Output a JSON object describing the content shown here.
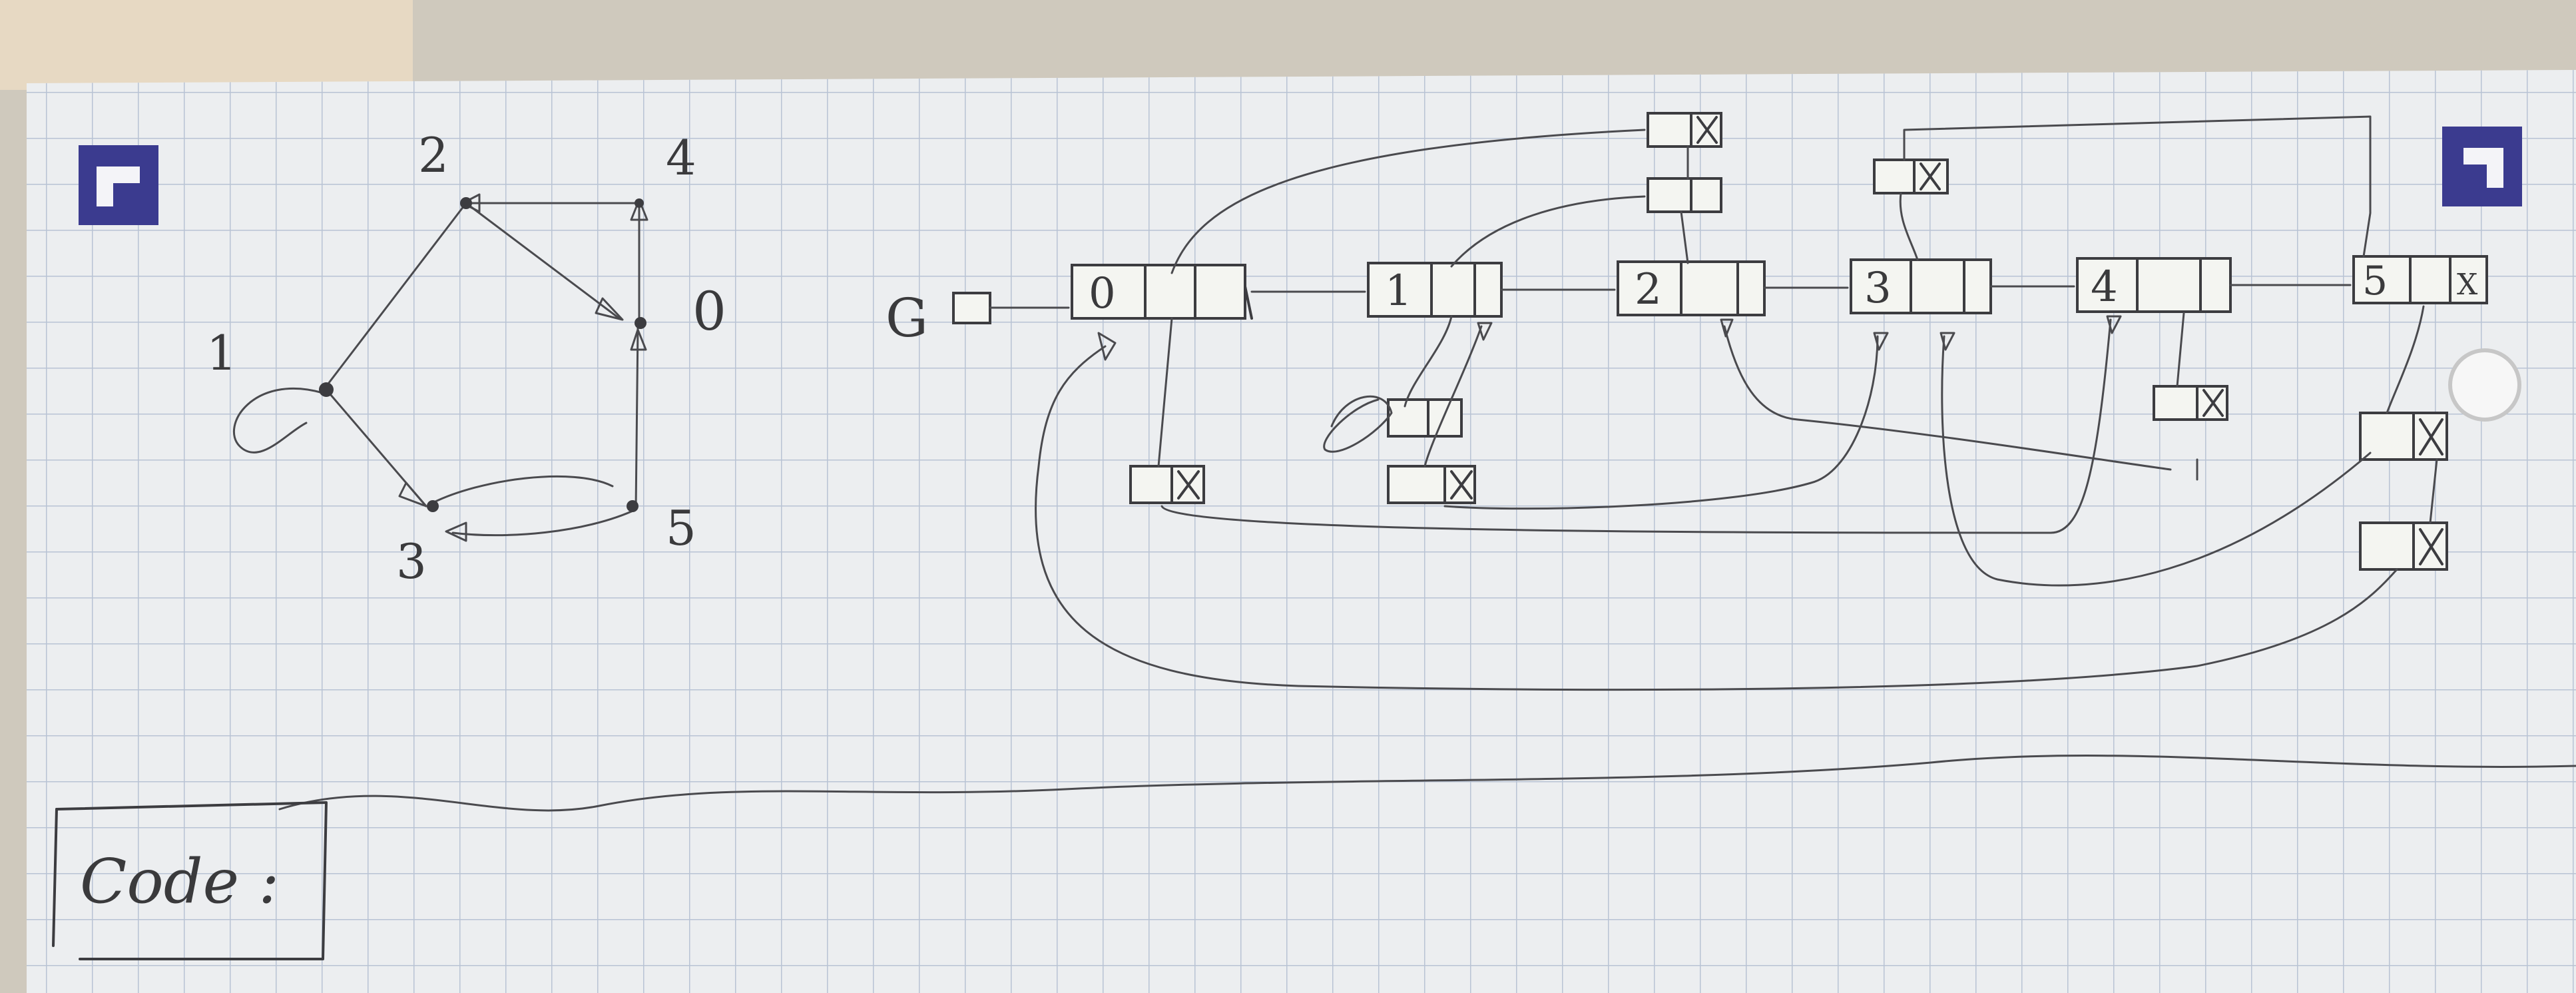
{
  "paper": {
    "grid_color": "#b8c3d4",
    "paper_color": "#eceef0",
    "ink_color": "#3c3c40",
    "badge_color": "#3b3b8f"
  },
  "graph": {
    "nodes": [
      {
        "id": "n0",
        "label": "0"
      },
      {
        "id": "n1",
        "label": "1"
      },
      {
        "id": "n2",
        "label": "2"
      },
      {
        "id": "n3",
        "label": "3"
      },
      {
        "id": "n4",
        "label": "4"
      },
      {
        "id": "n5",
        "label": "5"
      }
    ]
  },
  "adjacency": {
    "head_label": "G",
    "vertices": [
      {
        "label": "0"
      },
      {
        "label": "1"
      },
      {
        "label": "2"
      },
      {
        "label": "3"
      },
      {
        "label": "4"
      },
      {
        "label": "5"
      }
    ],
    "null_mark": "X"
  },
  "code_box": {
    "label": "Code :"
  }
}
